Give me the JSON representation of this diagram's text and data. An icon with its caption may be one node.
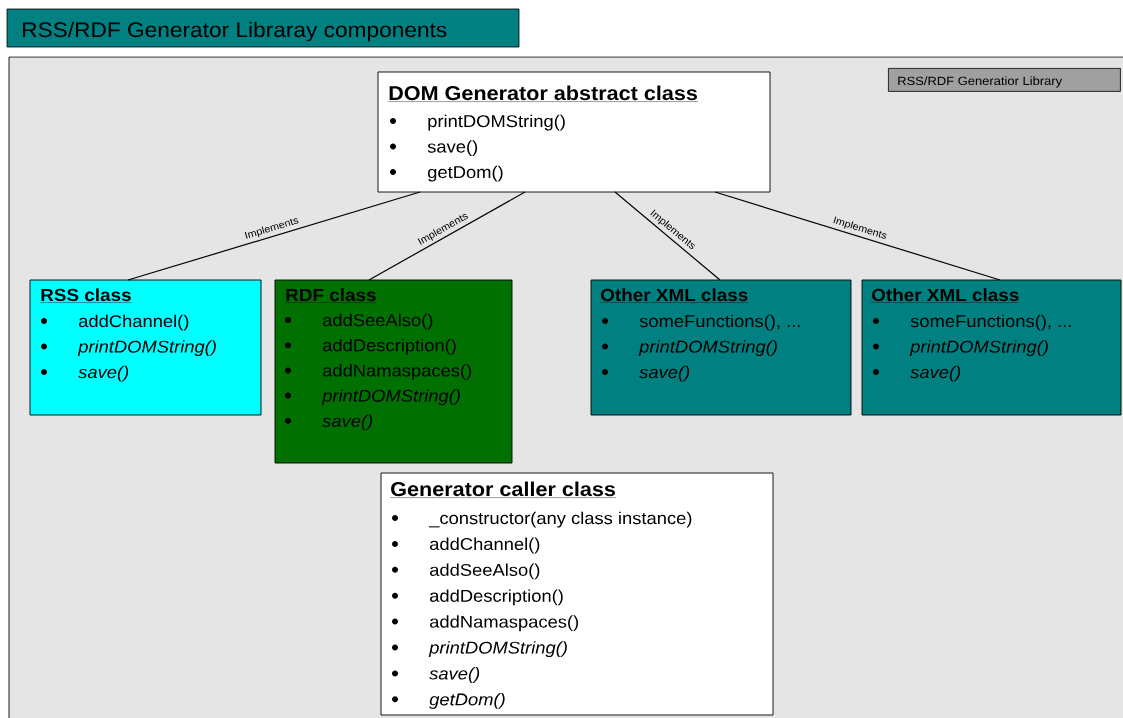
{
  "diagram": {
    "title": "RSS/RDF Generator Libraray components",
    "nodes": [
      {
        "text": [
          "RSS/RDF Generatior Library"
        ]
      },
      {
        "text": [
          "DOM Generator abstract class",
          "printDOMString()",
          "save()",
          "getDom()"
        ],
        "in": 0
      },
      {
        "text": [
          "RSS class",
          "addChannel()",
          "printDOMString()",
          "save()"
        ],
        "in": 0
      },
      {
        "text": [
          "RDF class",
          "addSeeAlso()",
          "addDescription()",
          "addNamaspaces()",
          "printDOMString()",
          "save()"
        ],
        "in": 0
      },
      {
        "text": [
          "Other XML class",
          "someFunctions(), ...",
          "printDOMString()",
          "save()"
        ],
        "in": 0
      },
      {
        "text": [
          "Other XML class",
          "someFunctions(), ...",
          "printDOMString()",
          "save()"
        ],
        "in": 0
      },
      {
        "text": [
          "Generator caller class",
          "_constructor(any class instance)",
          "addChannel()",
          "addSeeAlso()",
          "addDescription()",
          "addNamaspaces()",
          "printDOMString()",
          "save()",
          "getDom()"
        ],
        "in": 0
      }
    ],
    "edges": [
      {
        "from": 1,
        "to": 2,
        "arrow": "none",
        "label": "Implements"
      },
      {
        "from": 1,
        "to": 3,
        "arrow": "none",
        "label": "Implements"
      },
      {
        "from": 1,
        "to": 4,
        "arrow": "none",
        "label": "Implements"
      },
      {
        "from": 1,
        "to": 5,
        "arrow": "none",
        "label": "Implements"
      }
    ]
  }
}
